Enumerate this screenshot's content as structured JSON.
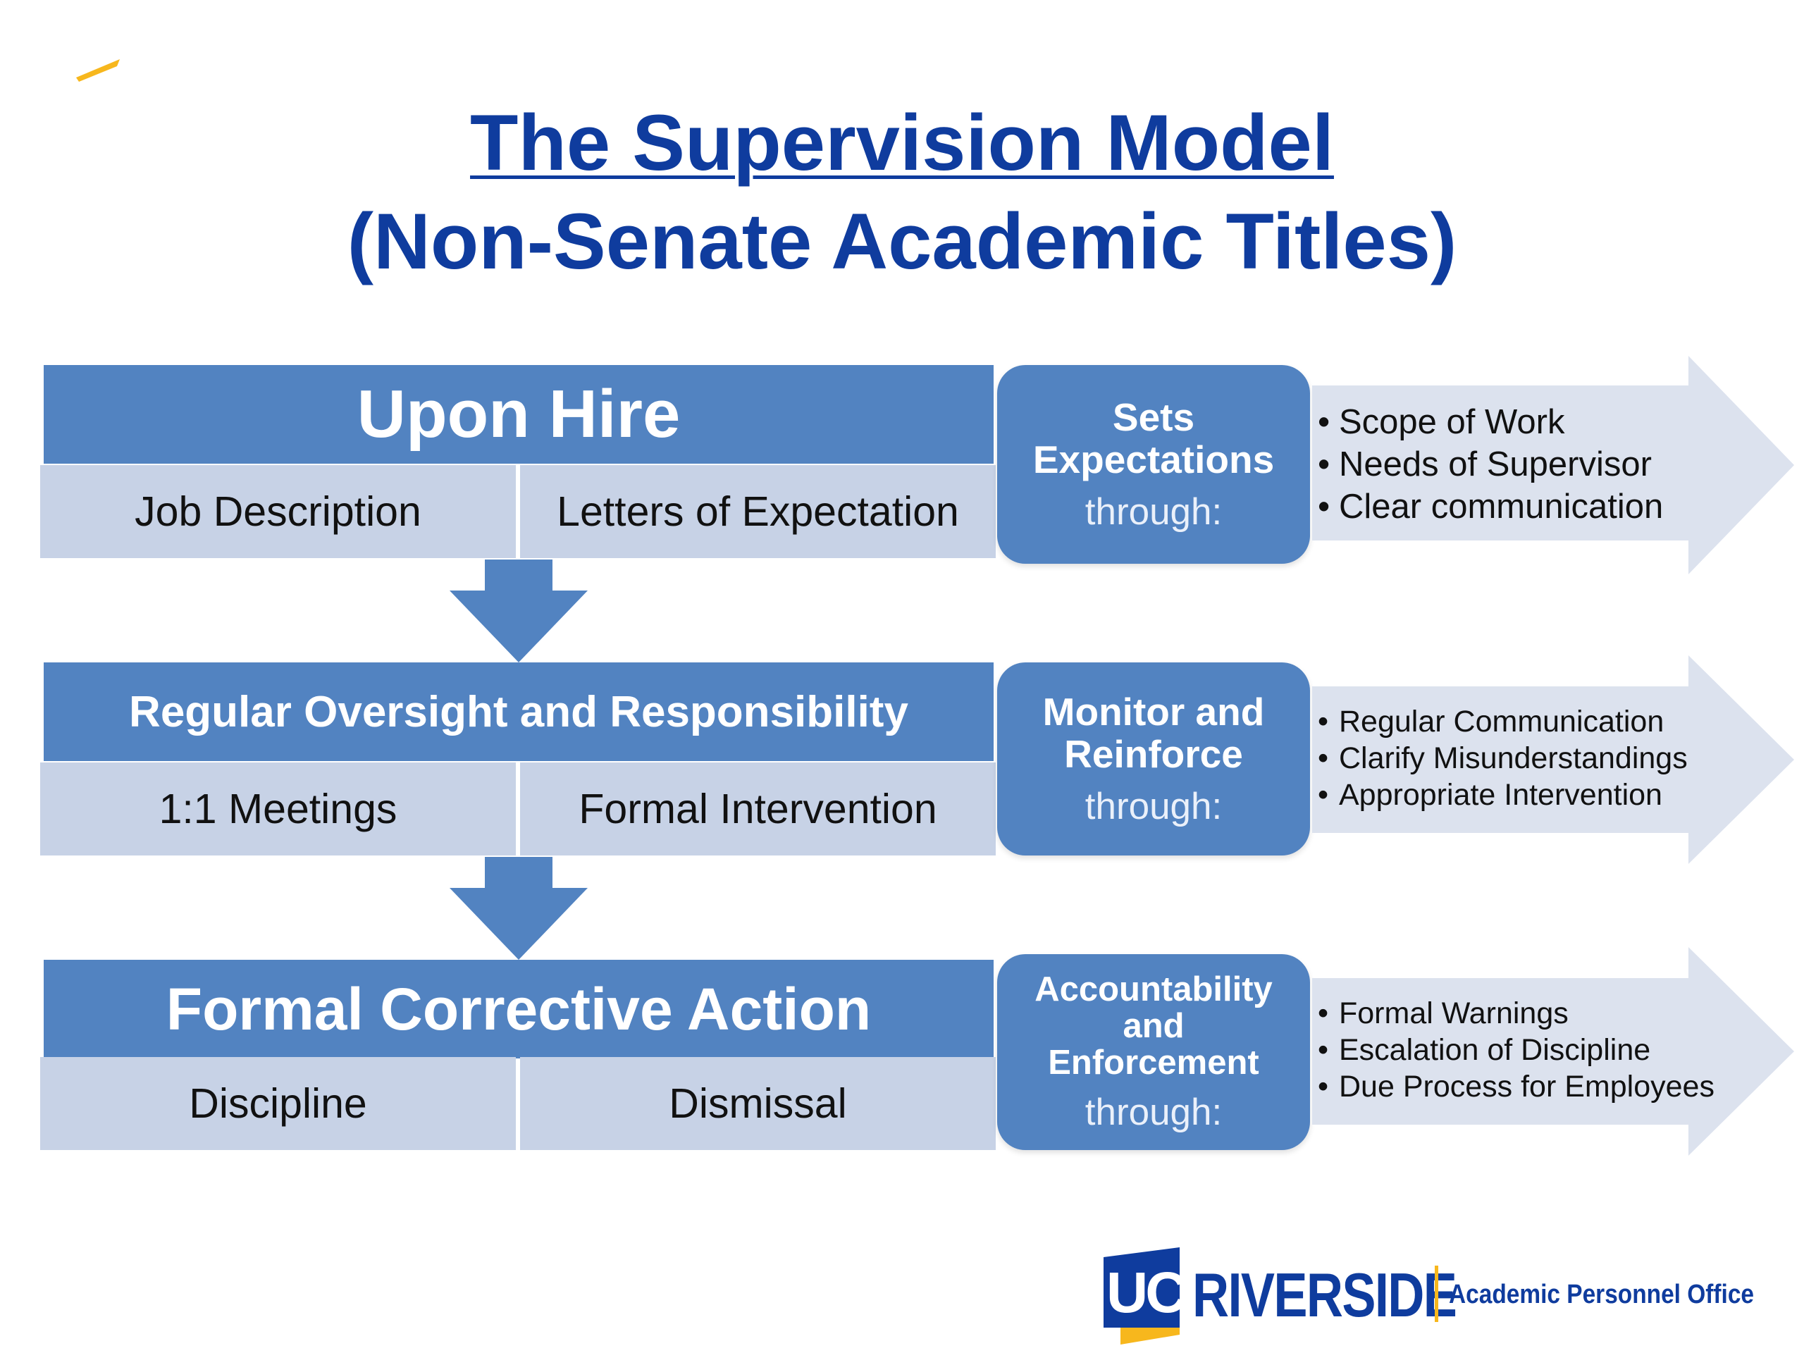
{
  "title": {
    "line1": "The Supervision Model",
    "line2": "(Non-Senate Academic Titles)"
  },
  "stages": [
    {
      "header": "Upon Hire",
      "left": "Job Description",
      "right": "Letters of Expectation",
      "pill_title_lines": [
        "Sets",
        "Expectations"
      ],
      "pill_through": "through:",
      "bullets": [
        "Scope of Work",
        "Needs of Supervisor",
        "Clear communication"
      ]
    },
    {
      "header": "Regular Oversight and Responsibility",
      "left": "1:1 Meetings",
      "right": "Formal Intervention",
      "pill_title_lines": [
        "Monitor and",
        "Reinforce"
      ],
      "pill_through": "through:",
      "bullets": [
        "Regular Communication",
        "Clarify Misunderstandings",
        "Appropriate Intervention"
      ]
    },
    {
      "header": "Formal Corrective Action",
      "left": "Discipline",
      "right": "Dismissal",
      "pill_title_lines": [
        "Accountability",
        "and",
        "Enforcement"
      ],
      "pill_through": "through:",
      "bullets": [
        "Formal Warnings",
        "Escalation of Discipline",
        "Due Process for Employees"
      ]
    }
  ],
  "logo": {
    "uc": "UC",
    "riverside": "RIVERSIDE",
    "office": "Academic Personnel Office"
  },
  "colors": {
    "title": "#0F3C9E",
    "header_fill": "#5283C1",
    "sub_fill": "#C7D2E6",
    "chevron_fill": "#DCE2EE",
    "logo_blue": "#0F3C9E",
    "logo_gold": "#F7B71D"
  }
}
